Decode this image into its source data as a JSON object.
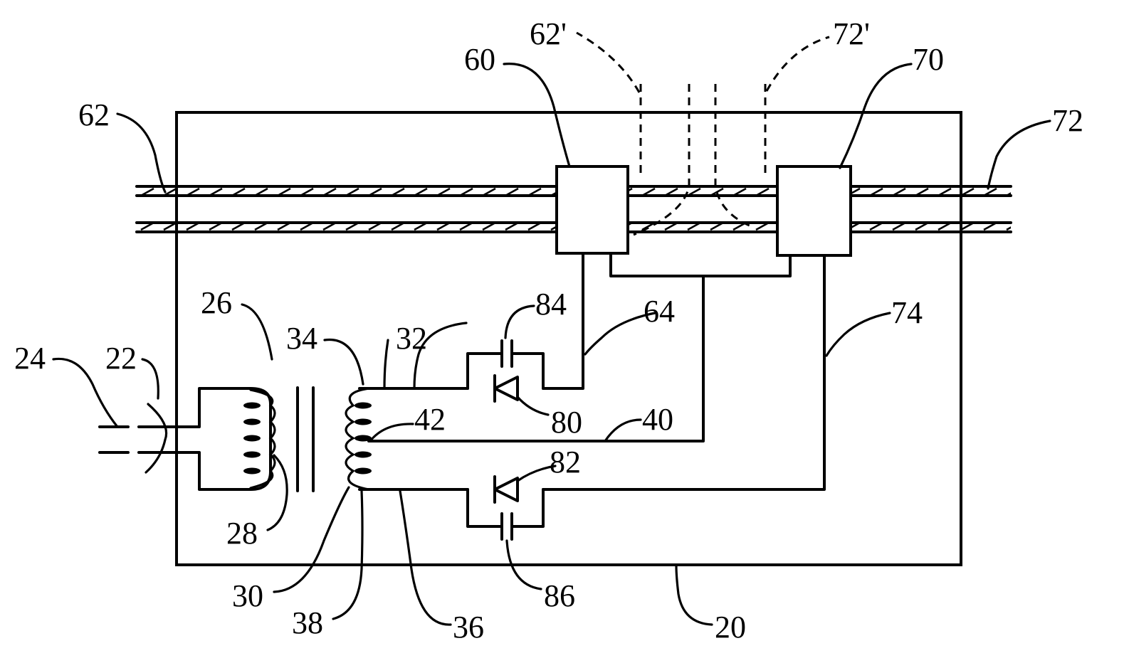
{
  "labels": {
    "l20": "20",
    "l22": "22",
    "l24": "24",
    "l26": "26",
    "l28": "28",
    "l30": "30",
    "l32": "32",
    "l34": "34",
    "l36": "36",
    "l38": "38",
    "l40": "40",
    "l42": "42",
    "l60": "60",
    "l62": "62",
    "l62p": "62'",
    "l64": "64",
    "l70": "70",
    "l72": "72",
    "l72p": "72'",
    "l74": "74",
    "l80": "80",
    "l82": "82",
    "l84": "84",
    "l86": "86"
  }
}
